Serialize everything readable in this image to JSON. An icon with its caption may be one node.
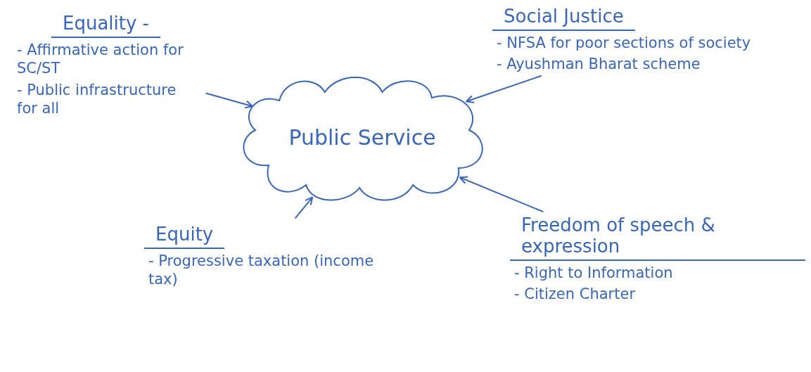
{
  "diagram": {
    "nodes": [
      {
        "text": [
          "Public Service"
        ]
      },
      {
        "text": [
          "Equality -",
          "- Affirmative action for SC/ST",
          "- Public infrastructure for all"
        ]
      },
      {
        "text": [
          "Social Justice",
          "- NFSA for poor sections of society",
          "- Ayushman Bharat scheme"
        ]
      },
      {
        "text": [
          "Equity",
          "- Progressive taxation (income tax)"
        ]
      },
      {
        "text": [
          "Freedom of speech & expression",
          "- Right to Information",
          "- Citizen Charter"
        ]
      }
    ],
    "edges": [
      {
        "from": 1,
        "to": 0,
        "arrow": "to"
      },
      {
        "from": 2,
        "to": 0,
        "arrow": "to"
      },
      {
        "from": 3,
        "to": 0,
        "arrow": "to"
      },
      {
        "from": 4,
        "to": 0,
        "arrow": "to"
      }
    ]
  }
}
